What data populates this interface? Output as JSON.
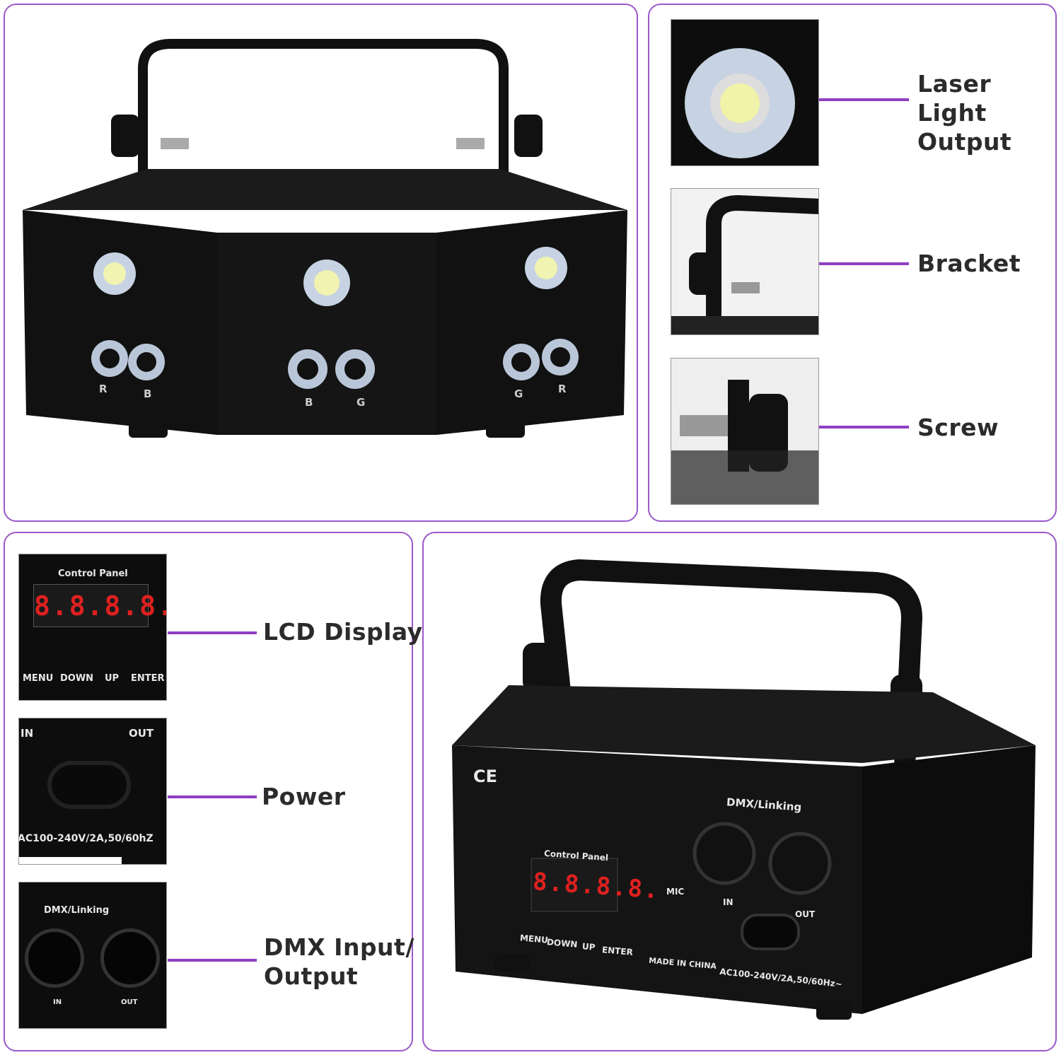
{
  "accent_color": "#8e3fc2",
  "callouts_top": [
    {
      "label": "Laser Light Output",
      "line1": "Laser Light",
      "line2": "Output"
    },
    {
      "label": "Bracket"
    },
    {
      "label": "Screw"
    }
  ],
  "callouts_left": [
    {
      "label": "LCD Display"
    },
    {
      "label": "Power"
    },
    {
      "label": "DMX Input/ Output",
      "line1": "DMX Input/",
      "line2": "Output"
    }
  ],
  "front_view": {
    "channel_letters": [
      "R",
      "B",
      "B",
      "G",
      "G",
      "R"
    ]
  },
  "lcd_inset": {
    "title": "Control Panel",
    "display": "8.8.8.8.",
    "buttons": [
      "MENU",
      "DOWN",
      "UP",
      "ENTER"
    ]
  },
  "power_inset": {
    "in": "IN",
    "out": "OUT",
    "rating": "AC100-240V/2A,50/60hZ"
  },
  "dmx_inset": {
    "title": "DMX/Linking",
    "in": "IN",
    "out": "OUT"
  },
  "rear_view": {
    "cert": "CE",
    "control_title": "Control Panel",
    "display": "8.8.8.8.",
    "buttons": [
      "MENU",
      "DOWN",
      "UP",
      "ENTER"
    ],
    "mic": "MIC",
    "dmx_title": "DMX/Linking",
    "in": "IN",
    "out": "OUT",
    "made_in": "MADE IN CHINA",
    "rating": "AC100-240V/2A,50/60Hz~"
  }
}
